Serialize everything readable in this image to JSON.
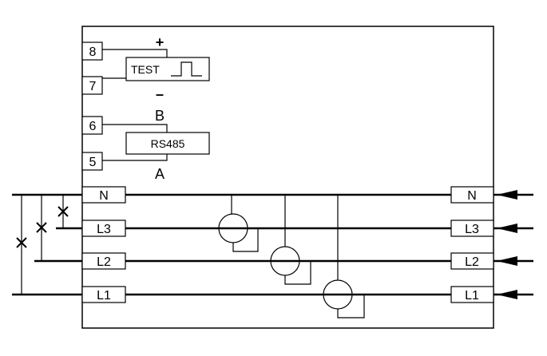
{
  "terminals": {
    "t8": "8",
    "t7": "7",
    "t6": "6",
    "t5": "5"
  },
  "test_output": {
    "label": "TEST",
    "plus": "+",
    "minus": "–"
  },
  "rs485": {
    "label": "RS485",
    "b": "B",
    "a": "A"
  },
  "lines": {
    "n_left": "N",
    "l3_left": "L3",
    "l2_left": "L2",
    "l1_left": "L1",
    "n_right": "N",
    "l3_right": "L3",
    "l2_right": "L2",
    "l1_right": "L1"
  },
  "colors": {
    "stroke": "#000000",
    "background": "#ffffff"
  }
}
